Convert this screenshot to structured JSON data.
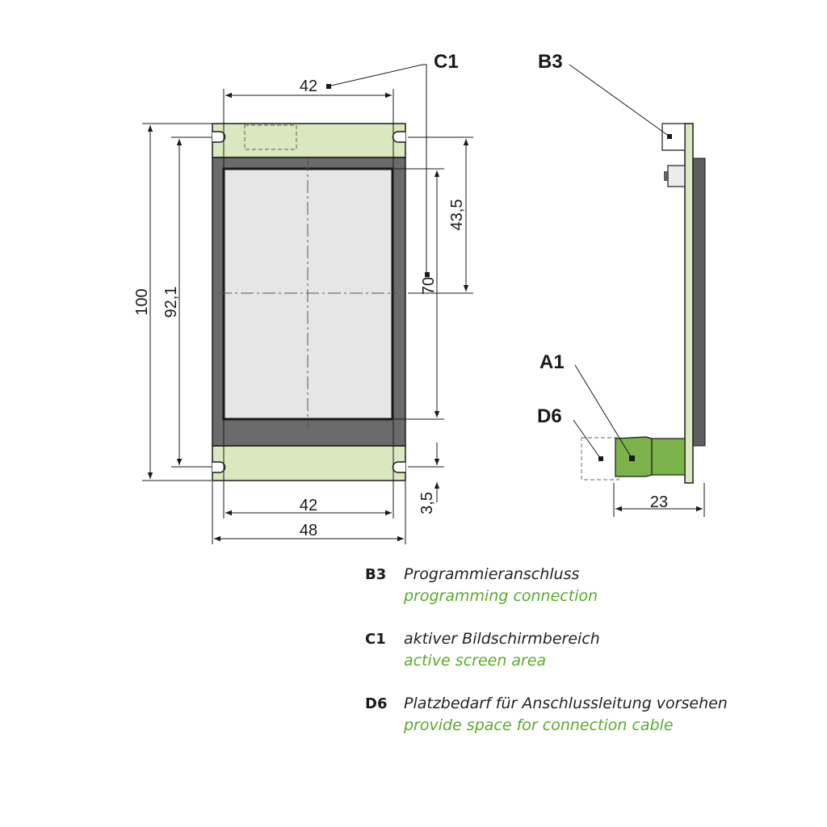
{
  "colors": {
    "board": "#d9e8bf",
    "frame": "#6b6b6b",
    "screen": "#e6e6e6",
    "line": "#1a1a1a",
    "connector": "#7cb24a",
    "english_text": "#5aaa2a"
  },
  "dimensions": {
    "top_width": "42",
    "bottom_inner_width": "42",
    "bottom_outer_width": "48",
    "total_height": "100",
    "hole_spacing": "92,1",
    "active_height": "70",
    "half_height": "43,5",
    "hole_offset": "3,5",
    "depth": "23"
  },
  "callouts": {
    "c1": "C1",
    "b3": "B3",
    "a1": "A1",
    "d6": "D6"
  },
  "legend": [
    {
      "code": "B3",
      "de": "Programmieranschluss",
      "en": "programming connection"
    },
    {
      "code": "C1",
      "de": "aktiver Bildschirmbereich",
      "en": "active screen area"
    },
    {
      "code": "D6",
      "de": "Platzbedarf für Anschlussleitung vorsehen",
      "en": "provide space for connection cable"
    }
  ]
}
